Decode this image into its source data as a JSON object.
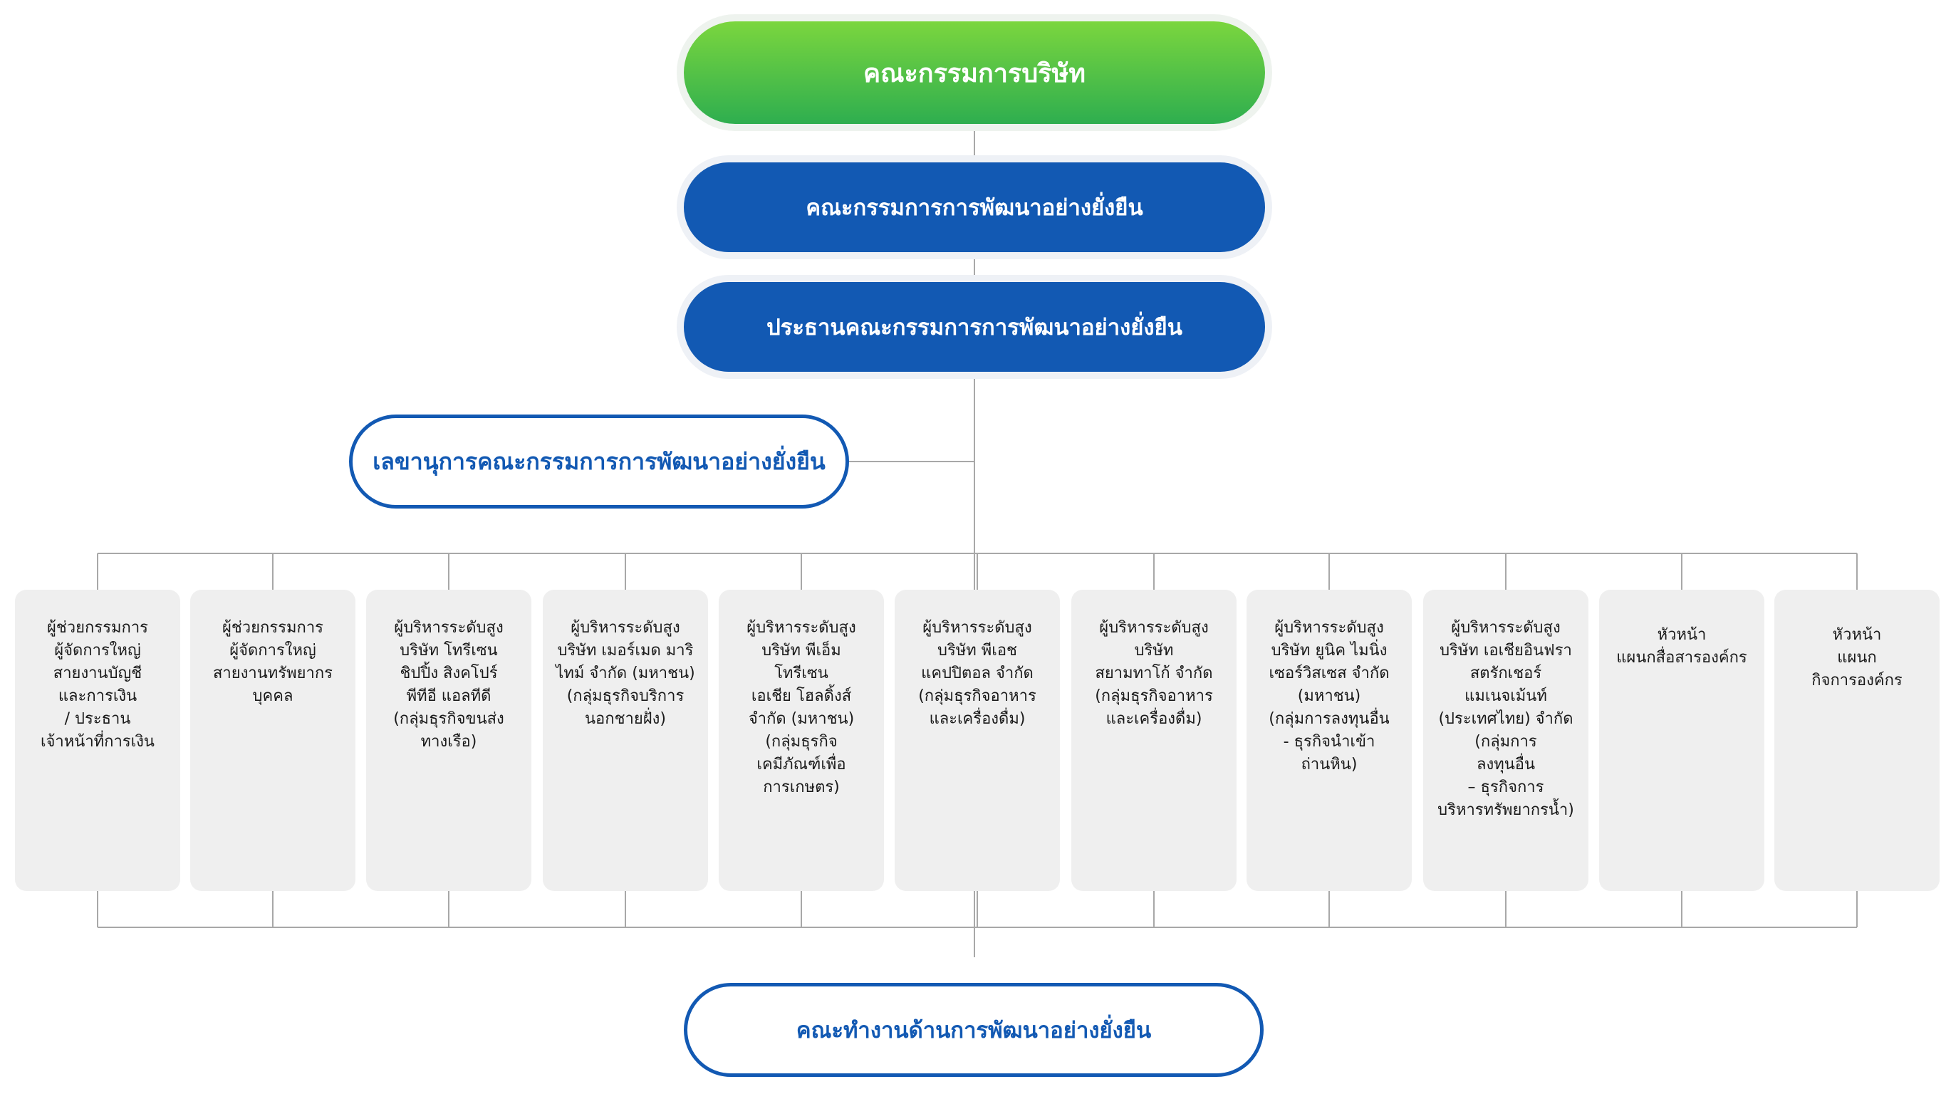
{
  "board": {
    "label": "คณะกรรมการบริษัท"
  },
  "committee": {
    "label": "คณะกรรมการการพัฒนาอย่างยั่งยืน"
  },
  "chairman": {
    "label": "ประธานคณะกรรมการการพัฒนาอย่างยั่งยืน"
  },
  "secretary": {
    "label": "เลขานุการคณะกรรมการการพัฒนาอย่างยั่งยืน"
  },
  "working_group": {
    "label": "คณะทำงานด้านการพัฒนาอย่างยั่งยืน"
  },
  "members": [
    {
      "lines": [
        "ผู้ช่วยกรรมการ",
        "ผู้จัดการใหญ่",
        "สายงานบัญชี",
        "และการเงิน",
        "/ ประธาน",
        "เจ้าหน้าที่การเงิน"
      ]
    },
    {
      "lines": [
        "ผู้ช่วยกรรมการ",
        "ผู้จัดการใหญ่",
        "สายงานทรัพยากร",
        "บุคคล"
      ]
    },
    {
      "lines": [
        "ผู้บริหารระดับสูง",
        "บริษัท โทรีเซน",
        "ชิปปิ้ง สิงคโปร์",
        "พีทีอี แอลทีดี",
        "(กลุ่มธุรกิจขนส่ง",
        "ทางเรือ)"
      ]
    },
    {
      "lines": [
        "ผู้บริหารระดับสูง",
        "บริษัท เมอร์เมด มาริ",
        "ไทม์ จำกัด (มหาชน)",
        "(กลุ่มธุรกิจบริการ",
        "นอกชายฝั่ง)"
      ]
    },
    {
      "lines": [
        "ผู้บริหารระดับสูง",
        "บริษัท พีเอ็ม",
        "โทรีเซน",
        "เอเชีย โฮลดิ้งส์",
        "จำกัด (มหาชน)",
        "(กลุ่มธุรกิจ",
        "เคมีภัณฑ์เพื่อ",
        "การเกษตร)"
      ]
    },
    {
      "lines": [
        "ผู้บริหารระดับสูง",
        "บริษัท พีเอช",
        "แคปปิตอล จำกัด",
        "(กลุ่มธุรกิจอาหาร",
        "และเครื่องดื่ม)"
      ]
    },
    {
      "lines": [
        "ผู้บริหารระดับสูง",
        "บริษัท",
        "สยามทาโก้ จำกัด",
        "(กลุ่มธุรกิจอาหาร",
        "และเครื่องดื่ม)"
      ]
    },
    {
      "lines": [
        "ผู้บริหารระดับสูง",
        "บริษัท ยูนิค ไมนิ่ง",
        "เซอร์วิสเซส จำกัด",
        "(มหาชน)",
        "(กลุ่มการลงทุนอื่น",
        "- ธุรกิจนำเข้า",
        "ถ่านหิน)"
      ]
    },
    {
      "lines": [
        "ผู้บริหารระดับสูง",
        "บริษัท เอเชียอินฟรา",
        "สตรักเชอร์",
        "แมเนจเม้นท์",
        "(ประเทศไทย) จำกัด",
        "(กลุ่มการ",
        "ลงทุนอื่น",
        "– ธุรกิจการ",
        "บริหารทรัพยากรน้ำ)"
      ]
    },
    {
      "lines": [
        "หัวหน้า",
        "แผนกสื่อสารองค์กร"
      ]
    },
    {
      "lines": [
        "หัวหน้า",
        "แผนก",
        "กิจการองค์กร"
      ]
    }
  ]
}
